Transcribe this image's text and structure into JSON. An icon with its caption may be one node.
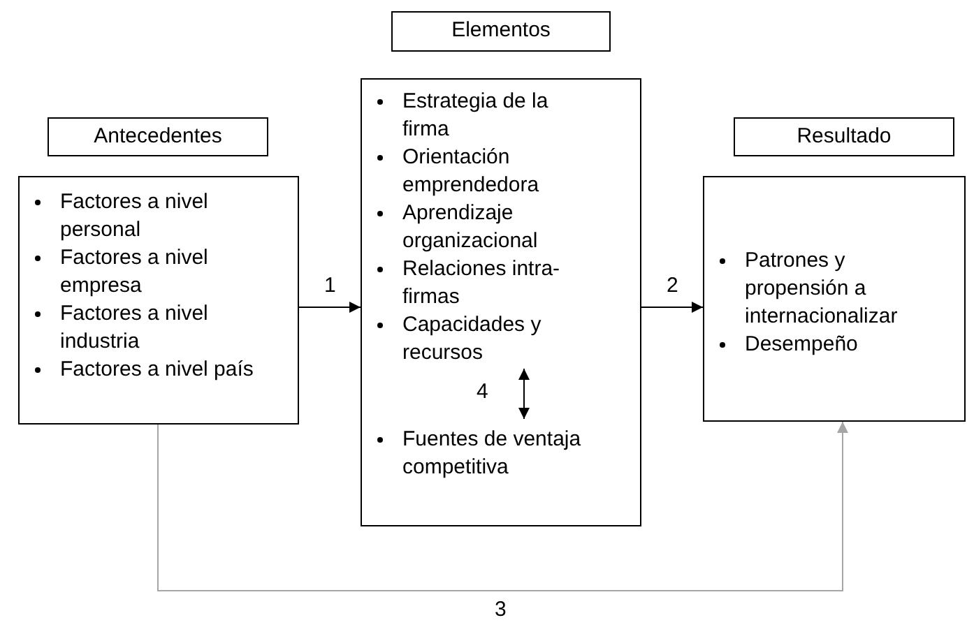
{
  "diagram": {
    "nodes": [
      {
        "text": [
          "Elementos"
        ]
      },
      {
        "text": [
          "Antecedentes"
        ]
      },
      {
        "text": [
          "Resultado"
        ]
      },
      {
        "text": [
          "Factores a nivel personal",
          "Factores a nivel empresa",
          "Factores a nivel industria",
          "Factores a nivel país"
        ]
      },
      {
        "text": [],
        "shape": "box"
      },
      {
        "text": [
          "Estrategia de la firma",
          "Orientación emprendedora",
          "Aprendizaje organizacional",
          "Relaciones intra-firmas",
          "Capacidades y recursos"
        ],
        "in": 4
      },
      {
        "text": [
          "Fuentes de ventaja competitiva"
        ],
        "in": 4
      },
      {
        "text": [
          "Patrones y propensión a internacionalizar",
          "Desempeño"
        ]
      }
    ],
    "edges": [
      {
        "from": 3,
        "to": 4,
        "arrow": "to",
        "label": "1"
      },
      {
        "from": 4,
        "to": 7,
        "arrow": "to",
        "label": "2"
      },
      {
        "from": 3,
        "to": 7,
        "arrow": "to",
        "label": "3",
        "color": "#a6a6a6"
      },
      {
        "from": 5,
        "to": 6,
        "arrow": "both",
        "label": "4"
      }
    ]
  }
}
